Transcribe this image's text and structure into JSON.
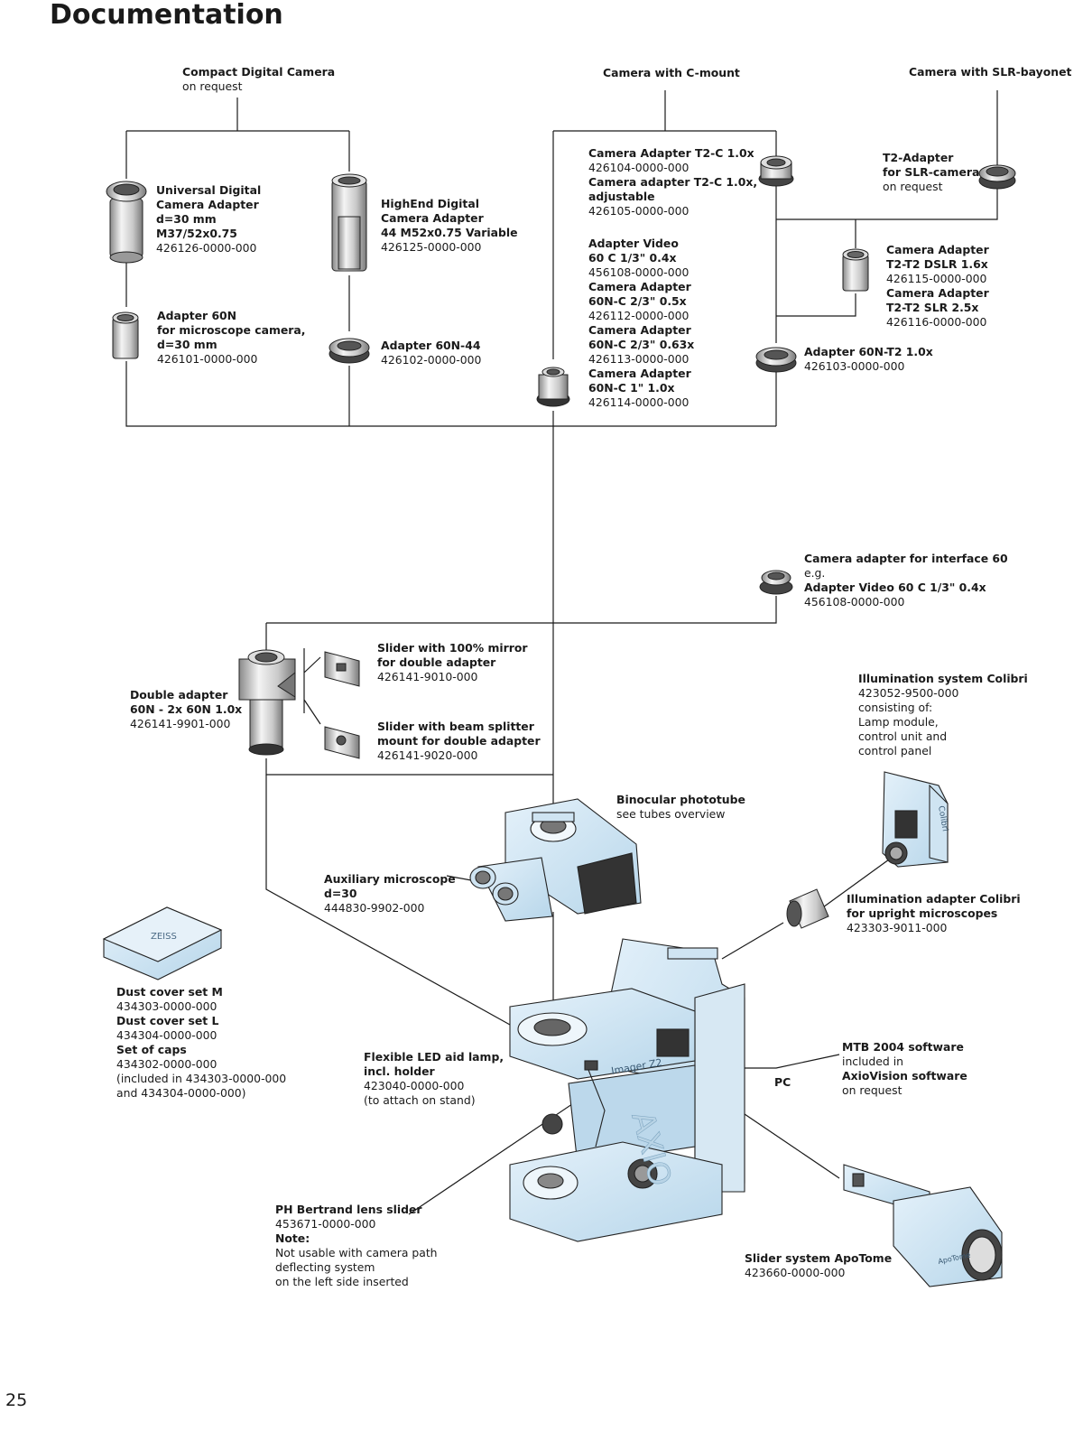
{
  "page": {
    "title": "Documentation",
    "number": "25"
  },
  "labels": [
    {
      "id": "compact-camera",
      "lines": [
        {
          "t": "Compact Digital Camera",
          "b": true
        },
        {
          "t": "on request",
          "b": false
        }
      ]
    },
    {
      "id": "camera-c-mount",
      "lines": [
        {
          "t": "Camera with C-mount",
          "b": true
        }
      ]
    },
    {
      "id": "camera-slr",
      "lines": [
        {
          "t": "Camera with SLR-bayonet",
          "b": true
        }
      ]
    },
    {
      "id": "universal-adapter",
      "lines": [
        {
          "t": "Universal Digital",
          "b": true
        },
        {
          "t": "Camera Adapter",
          "b": true
        },
        {
          "t": "d=30 mm",
          "b": true
        },
        {
          "t": "M37/52x0.75",
          "b": true
        },
        {
          "t": "426126-0000-000",
          "b": false
        }
      ]
    },
    {
      "id": "highend-adapter",
      "lines": [
        {
          "t": "HighEnd Digital",
          "b": true
        },
        {
          "t": "Camera Adapter",
          "b": true
        },
        {
          "t": "44 M52x0.75 Variable",
          "b": true
        },
        {
          "t": "426125-0000-000",
          "b": false
        }
      ]
    },
    {
      "id": "adapter-60n",
      "lines": [
        {
          "t": "Adapter 60N",
          "b": true
        },
        {
          "t": "for microscope camera,",
          "b": true
        },
        {
          "t": "d=30 mm",
          "b": true
        },
        {
          "t": "426101-0000-000",
          "b": false
        }
      ]
    },
    {
      "id": "adapter-60n-44",
      "lines": [
        {
          "t": "Adapter 60N-44",
          "b": true
        },
        {
          "t": "426102-0000-000",
          "b": false
        }
      ]
    },
    {
      "id": "camera-adapter-t2c",
      "lines": [
        {
          "t": "Camera Adapter T2-C 1.0x",
          "b": true
        },
        {
          "t": "426104-0000-000",
          "b": false
        },
        {
          "t": "Camera adapter T2-C 1.0x,",
          "b": true
        },
        {
          "t": "adjustable",
          "b": true
        },
        {
          "t": "426105-0000-000",
          "b": false
        }
      ]
    },
    {
      "id": "adapter-video-list",
      "lines": [
        {
          "t": "Adapter Video",
          "b": true
        },
        {
          "t": "60 C 1/3\" 0.4x",
          "b": true
        },
        {
          "t": "456108-0000-000",
          "b": false
        },
        {
          "t": "Camera Adapter",
          "b": true
        },
        {
          "t": "60N-C 2/3\" 0.5x",
          "b": true
        },
        {
          "t": "426112-0000-000",
          "b": false
        },
        {
          "t": "Camera Adapter",
          "b": true
        },
        {
          "t": "60N-C 2/3\" 0.63x",
          "b": true
        },
        {
          "t": "426113-0000-000",
          "b": false
        },
        {
          "t": "Camera Adapter",
          "b": true
        },
        {
          "t": "60N-C 1\" 1.0x",
          "b": true
        },
        {
          "t": "426114-0000-000",
          "b": false
        }
      ]
    },
    {
      "id": "t2-adapter-slr",
      "lines": [
        {
          "t": "T2-Adapter",
          "b": true
        },
        {
          "t": "for SLR-camera",
          "b": true
        },
        {
          "t": "on request",
          "b": false
        }
      ]
    },
    {
      "id": "camera-adapter-t2t2",
      "lines": [
        {
          "t": "Camera Adapter",
          "b": true
        },
        {
          "t": "T2-T2 DSLR 1.6x",
          "b": true
        },
        {
          "t": "426115-0000-000",
          "b": false
        },
        {
          "t": "Camera Adapter",
          "b": true
        },
        {
          "t": "T2-T2 SLR 2.5x",
          "b": true
        },
        {
          "t": "426116-0000-000",
          "b": false
        }
      ]
    },
    {
      "id": "adapter-60n-t2",
      "lines": [
        {
          "t": "Adapter 60N-T2 1.0x",
          "b": true
        },
        {
          "t": "426103-0000-000",
          "b": false
        }
      ]
    },
    {
      "id": "camera-adapter-interface-60",
      "lines": [
        {
          "t": "Camera adapter for interface 60",
          "b": true
        },
        {
          "t": "e.g.",
          "b": false
        },
        {
          "t": "Adapter Video 60 C 1/3\" 0.4x",
          "b": true
        },
        {
          "t": "456108-0000-000",
          "b": false
        }
      ]
    },
    {
      "id": "slider-mirror",
      "lines": [
        {
          "t": "Slider with 100% mirror",
          "b": true
        },
        {
          "t": "for double adapter",
          "b": true
        },
        {
          "t": "426141-9010-000",
          "b": false
        }
      ]
    },
    {
      "id": "double-adapter",
      "lines": [
        {
          "t": "Double adapter",
          "b": true
        },
        {
          "t": "60N - 2x 60N 1.0x",
          "b": true
        },
        {
          "t": "426141-9901-000",
          "b": false
        }
      ]
    },
    {
      "id": "slider-beam-splitter",
      "lines": [
        {
          "t": "Slider with beam splitter",
          "b": true
        },
        {
          "t": "mount for double adapter",
          "b": true
        },
        {
          "t": "426141-9020-000",
          "b": false
        }
      ]
    },
    {
      "id": "illumination-colibri",
      "lines": [
        {
          "t": "Illumination system Colibri",
          "b": true
        },
        {
          "t": "423052-9500-000",
          "b": false
        },
        {
          "t": "consisting of:",
          "b": false
        },
        {
          "t": "Lamp module,",
          "b": false
        },
        {
          "t": "control unit and",
          "b": false
        },
        {
          "t": "control panel",
          "b": false
        }
      ]
    },
    {
      "id": "binocular-phototube",
      "lines": [
        {
          "t": "Binocular phototube",
          "b": true
        },
        {
          "t": "see tubes overview",
          "b": false
        }
      ]
    },
    {
      "id": "auxiliary-microscope",
      "lines": [
        {
          "t": "Auxiliary microscope",
          "b": true
        },
        {
          "t": "d=30",
          "b": true
        },
        {
          "t": "444830-9902-000",
          "b": false
        }
      ]
    },
    {
      "id": "illumination-adapter-colibri",
      "lines": [
        {
          "t": "Illumination adapter Colibri",
          "b": true
        },
        {
          "t": "for upright microscopes",
          "b": true
        },
        {
          "t": "423303-9011-000",
          "b": false
        }
      ]
    },
    {
      "id": "dust-cover",
      "lines": [
        {
          "t": "Dust cover set M",
          "b": true
        },
        {
          "t": "434303-0000-000",
          "b": false
        },
        {
          "t": "Dust cover set L",
          "b": true
        },
        {
          "t": "434304-0000-000",
          "b": false
        },
        {
          "t": " ",
          "b": false
        },
        {
          "t": "Set of caps",
          "b": true
        },
        {
          "t": "434302-0000-000",
          "b": false
        },
        {
          "t": "(included in 434303-0000-000",
          "b": false
        },
        {
          "t": "and 434304-0000-000)",
          "b": false
        }
      ]
    },
    {
      "id": "flexible-led",
      "lines": [
        {
          "t": "Flexible LED aid lamp,",
          "b": true
        },
        {
          "t": "incl. holder",
          "b": true
        },
        {
          "t": "423040-0000-000",
          "b": false
        },
        {
          "t": "(to attach on stand)",
          "b": false
        }
      ]
    },
    {
      "id": "mtb-software",
      "lines": [
        {
          "t": "MTB 2004 software",
          "b": true
        },
        {
          "t": "included in",
          "b": false
        },
        {
          "t": "AxioVision software",
          "b": true
        },
        {
          "t": "on request",
          "b": false
        }
      ]
    },
    {
      "id": "pc",
      "lines": [
        {
          "t": "PC",
          "b": true
        }
      ]
    },
    {
      "id": "ph-bertrand",
      "lines": [
        {
          "t": "PH Bertrand lens slider",
          "b": true
        },
        {
          "t": "453671-0000-000",
          "b": false
        },
        {
          "t": "Note:",
          "b": true
        },
        {
          "t": "Not usable with camera path",
          "b": false
        },
        {
          "t": "deflecting system",
          "b": false
        },
        {
          "t": "on the left side inserted",
          "b": false
        }
      ]
    },
    {
      "id": "slider-apotome",
      "lines": [
        {
          "t": "Slider system ApoTome",
          "b": true
        },
        {
          "t": "423660-0000-000",
          "b": false
        }
      ]
    }
  ],
  "device_text": {
    "axio": "AXIO",
    "model": "Imager Z2",
    "brand": "ZEISS",
    "colibri": "Colibri",
    "apotome": "ApoTome"
  }
}
